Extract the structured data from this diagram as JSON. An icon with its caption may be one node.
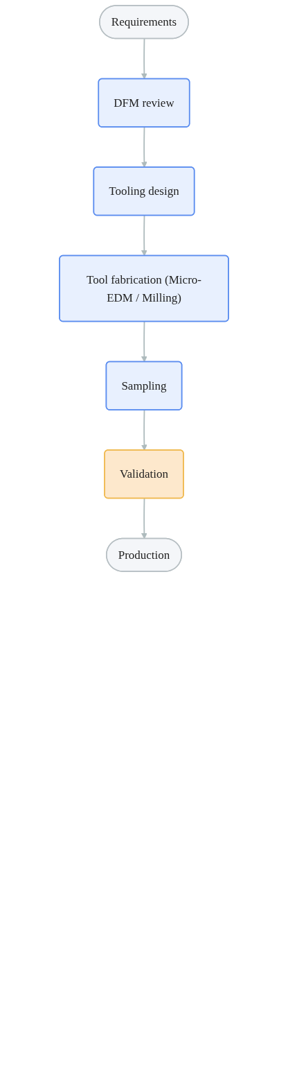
{
  "diagram": {
    "nodes": [
      {
        "text": [
          "Requirements"
        ]
      },
      {
        "text": [
          "DFM review"
        ]
      },
      {
        "text": [
          "Tooling design"
        ]
      },
      {
        "text": [
          "Tool fabrication (Micro-EDM / Milling)"
        ]
      },
      {
        "text": [
          "Sampling"
        ]
      },
      {
        "text": [
          "Validation"
        ]
      },
      {
        "text": [
          "Production"
        ]
      }
    ],
    "edges": [
      {
        "from": 0,
        "to": 1,
        "arrow": "to"
      },
      {
        "from": 1,
        "to": 2,
        "arrow": "to"
      },
      {
        "from": 2,
        "to": 3,
        "arrow": "to"
      },
      {
        "from": 3,
        "to": 4,
        "arrow": "to"
      },
      {
        "from": 4,
        "to": 5,
        "arrow": "to"
      },
      {
        "from": 5,
        "to": 6,
        "arrow": "to"
      }
    ]
  }
}
